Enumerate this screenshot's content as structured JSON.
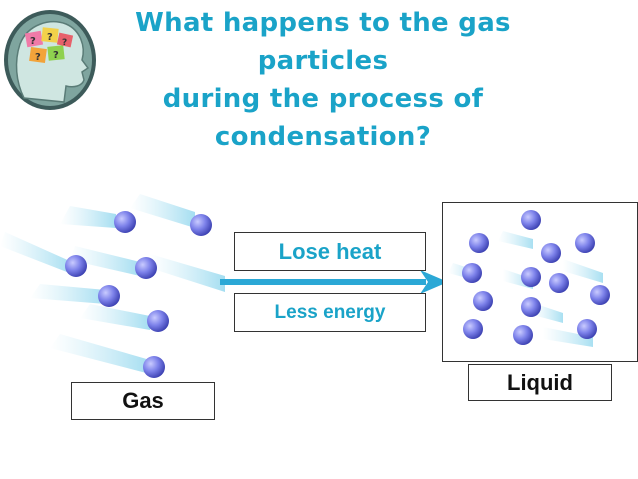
{
  "title": {
    "line1": "What happens to the gas particles",
    "line2": "during the process of",
    "line3": "condensation?"
  },
  "labels": {
    "gas": "Gas",
    "liquid": "Liquid",
    "lose_heat": "Lose heat",
    "less_energy": "Less energy"
  },
  "colors": {
    "accent": "#1aa3c8",
    "particle": "#6a6ee0",
    "trail": "#bfe7f5"
  }
}
